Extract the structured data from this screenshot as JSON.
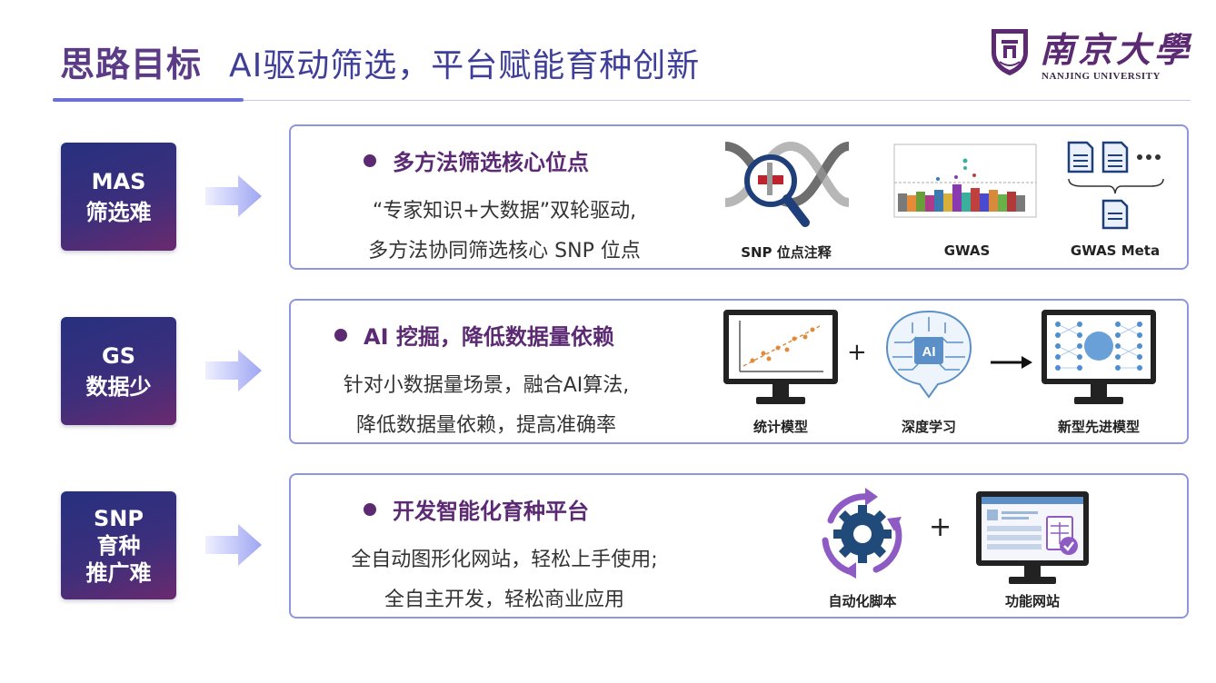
{
  "header": {
    "title": "思路目标",
    "subtitle": "AI驱动筛选，平台赋能育种创新",
    "logo_cn": "南京大學",
    "logo_en": "NANJING UNIVERSITY"
  },
  "rows": [
    {
      "badge_lines": [
        "MAS",
        "筛选难"
      ],
      "heading": "多方法筛选核心位点",
      "body_lines": [
        "“专家知识+大数据”双轮驱动,",
        "多方法协同筛选核心 SNP 位点"
      ],
      "captions": [
        "SNP 位点注释",
        "GWAS",
        "GWAS Meta"
      ]
    },
    {
      "badge_lines": [
        "GS",
        "数据少"
      ],
      "heading": "AI 挖掘，降低数据量依赖",
      "body_lines": [
        "针对小数据量场景，融合AI算法,",
        "降低数据量依赖，提高准确率"
      ],
      "captions": [
        "统计模型",
        "深度学习",
        "新型先进模型"
      ],
      "plus": "+",
      "ai_label": "AI"
    },
    {
      "badge_lines": [
        "SNP",
        "育种",
        "推广难"
      ],
      "heading": "开发智能化育种平台",
      "body_lines": [
        "全自动图形化网站，轻松上手使用;",
        "全自主开发，轻松商业应用"
      ],
      "captions": [
        "自动化脚本",
        "功能网站"
      ],
      "plus": "+"
    }
  ],
  "colors": {
    "accent_purple": "#5b2a73",
    "card_border": "#8f95e0",
    "title_blue": "#3f3f9a"
  }
}
